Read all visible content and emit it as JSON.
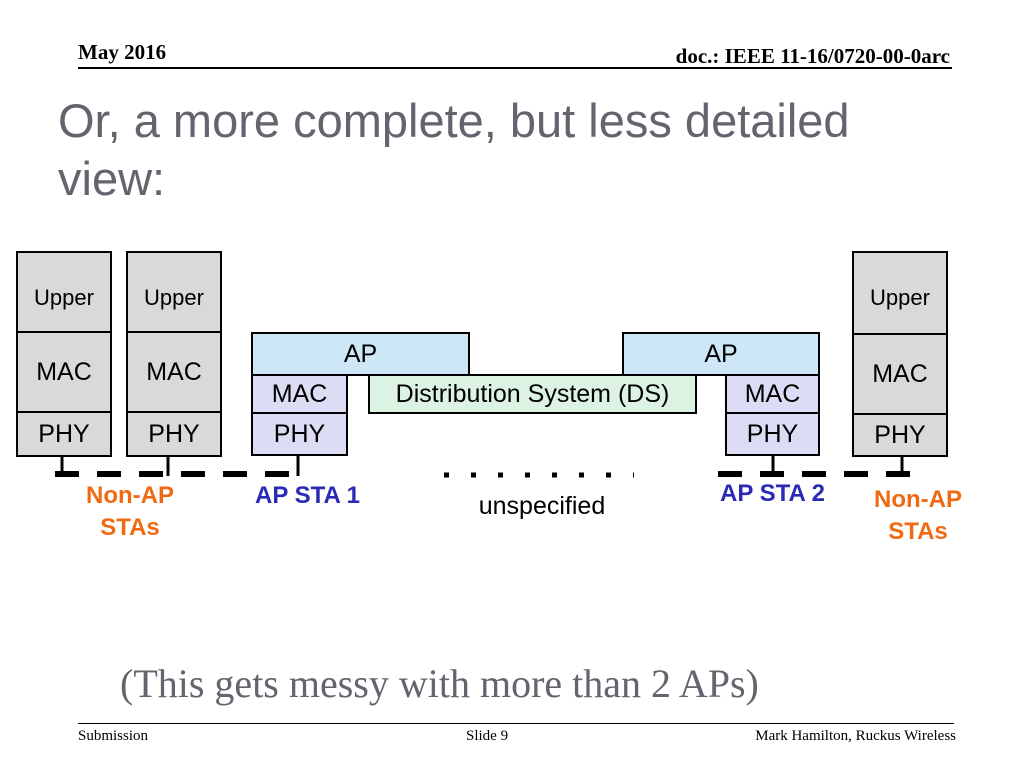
{
  "header": {
    "date": "May 2016",
    "doc": "doc.: IEEE 11-16/0720-00-0arc"
  },
  "title": "Or, a more complete, but less detailed view:",
  "stacks": {
    "left1": {
      "upper": "Upper",
      "mac": "MAC",
      "phy": "PHY"
    },
    "left2": {
      "upper": "Upper",
      "mac": "MAC",
      "phy": "PHY"
    },
    "right1": {
      "upper": "Upper",
      "mac": "MAC",
      "phy": "PHY"
    }
  },
  "ap1": {
    "ap": "AP",
    "mac": "MAC",
    "phy": "PHY"
  },
  "ap2": {
    "ap": "AP",
    "mac": "MAC",
    "phy": "PHY"
  },
  "ds": "Distribution System (DS)",
  "labels": {
    "non_ap_left": "Non-AP STAs",
    "ap_sta1": "AP STA 1",
    "unspecified": "unspecified",
    "ap_sta2": "AP STA 2",
    "non_ap_right": "Non-AP STAs"
  },
  "colors": {
    "orange": "#f06a14",
    "navy": "#2a2ab4",
    "title_gray": "#64646e"
  },
  "note": "(This gets messy with more than 2 APs)",
  "footer": {
    "left": "Submission",
    "center": "Slide 9",
    "right": "Mark Hamilton, Ruckus Wireless"
  }
}
